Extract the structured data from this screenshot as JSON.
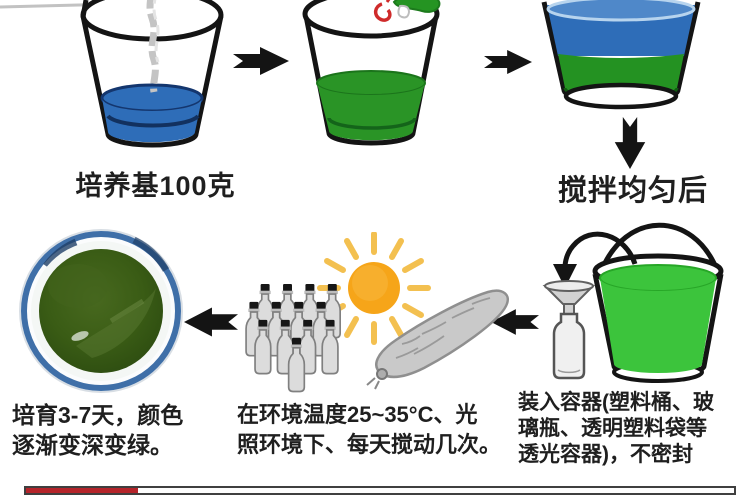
{
  "diagram": {
    "labels": {
      "step1": "培养基100克",
      "after_mix": "搅拌均匀后"
    },
    "captions": {
      "result_line1": "培育3-7天，颜色",
      "result_line2": "逐渐变深变绿。",
      "environment_line1": "在环境温度25~35°C、光",
      "environment_line2": "照环境下、每天搅动几次。",
      "container_line1": "装入容器(塑料桶、玻",
      "container_line2": "璃瓶、透明塑料袋等",
      "container_line3": "透光容器)，不密封"
    },
    "icons": {
      "arrow_right": "flow-arrow-right",
      "arrow_left": "flow-arrow-left",
      "arrow_down": "flow-arrow-down",
      "bucket_medium": "bucket-with-blue-medium",
      "bucket_seed": "bucket-with-green-seed",
      "bucket_mixed": "bucket-blue-green-layers",
      "bucket_full_green": "green-bucket-with-handle",
      "funnel_bottle": "funnel-on-bottle",
      "bottle_group": "bottle-cluster",
      "sun": "sun",
      "plastic_bag": "plastic-bag",
      "green_culture_bowl": "green-culture-bowl-photo"
    },
    "colors": {
      "liquid_blue": "#2e6db8",
      "liquid_green": "#2a9426",
      "bucket_green": "#3cc43c",
      "sun_core": "#f6a519",
      "sun_rays": "#f3c050",
      "arrow_black": "#141414",
      "progress_red": "#b5242a"
    }
  }
}
